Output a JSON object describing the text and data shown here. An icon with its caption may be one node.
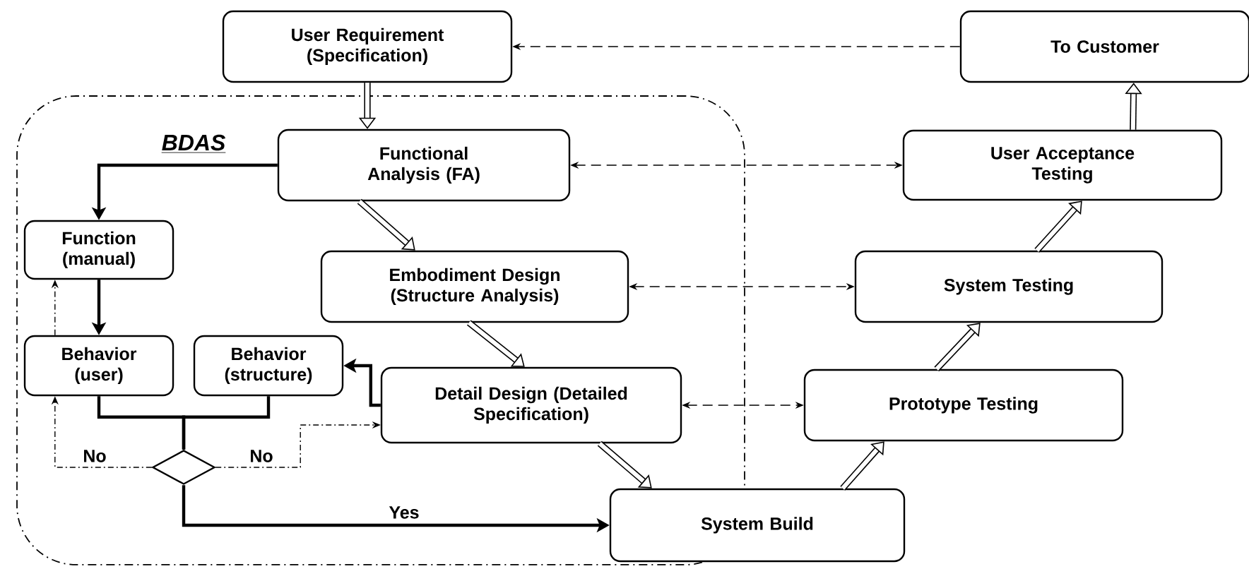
{
  "diagram": {
    "nodes": [
      {
        "text": [
          "User Requirement (Specification)"
        ]
      },
      {
        "text": [
          "To Customer"
        ]
      },
      {
        "text": [
          "BDAS"
        ]
      },
      {
        "text": [
          "Functional Analysis (FA)"
        ],
        "in": 2
      },
      {
        "text": [
          "Function (manual)"
        ],
        "in": 2
      },
      {
        "text": [
          "Embodiment Design (Structure Analysis)"
        ],
        "in": 2
      },
      {
        "text": [
          "Behavior (user)"
        ],
        "in": 2
      },
      {
        "text": [
          "Behavior (structure)"
        ],
        "in": 2
      },
      {
        "text": [
          "Detail Design (Detailed Specification)"
        ],
        "in": 2
      },
      {
        "text": [],
        "shape": "diamond",
        "in": 2
      },
      {
        "text": [
          "User Acceptance Testing"
        ]
      },
      {
        "text": [
          "System Testing"
        ]
      },
      {
        "text": [
          "Prototype Testing"
        ]
      },
      {
        "text": [
          "System Build"
        ]
      }
    ],
    "edges": [
      {
        "from": 1,
        "to": 0,
        "arrow": "to",
        "style": "dashed"
      },
      {
        "from": 0,
        "to": 3,
        "arrow": "to",
        "style": "thick"
      },
      {
        "from": 3,
        "to": 5,
        "arrow": "to",
        "style": "thick"
      },
      {
        "from": 5,
        "to": 8,
        "arrow": "to",
        "style": "thick"
      },
      {
        "from": 8,
        "to": 13,
        "arrow": "to",
        "style": "thick"
      },
      {
        "from": 13,
        "to": 12,
        "arrow": "to",
        "style": "thick"
      },
      {
        "from": 12,
        "to": 11,
        "arrow": "to",
        "style": "thick"
      },
      {
        "from": 11,
        "to": 10,
        "arrow": "to",
        "style": "thick"
      },
      {
        "from": 10,
        "to": 1,
        "arrow": "to",
        "style": "thick"
      },
      {
        "from": 3,
        "to": 10,
        "arrow": "both",
        "style": "dashed"
      },
      {
        "from": 5,
        "to": 11,
        "arrow": "both",
        "style": "dashed"
      },
      {
        "from": 8,
        "to": 12,
        "arrow": "both",
        "style": "dashed"
      },
      {
        "from": 3,
        "to": 4,
        "arrow": "to"
      },
      {
        "from": 4,
        "to": 6,
        "arrow": "to"
      },
      {
        "from": 6,
        "to": 4,
        "arrow": "to",
        "style": "dashed"
      },
      {
        "from": 6,
        "to": 9,
        "arrow": "none"
      },
      {
        "from": 7,
        "to": 9,
        "arrow": "none"
      },
      {
        "from": 8,
        "to": 7,
        "arrow": "to"
      },
      {
        "from": 9,
        "to": 6,
        "arrow": "to",
        "style": "dashed",
        "label": "No"
      },
      {
        "from": 9,
        "to": 8,
        "arrow": "to",
        "style": "dashed",
        "label": "No"
      },
      {
        "from": 9,
        "to": 13,
        "arrow": "to",
        "label": "Yes"
      }
    ]
  }
}
